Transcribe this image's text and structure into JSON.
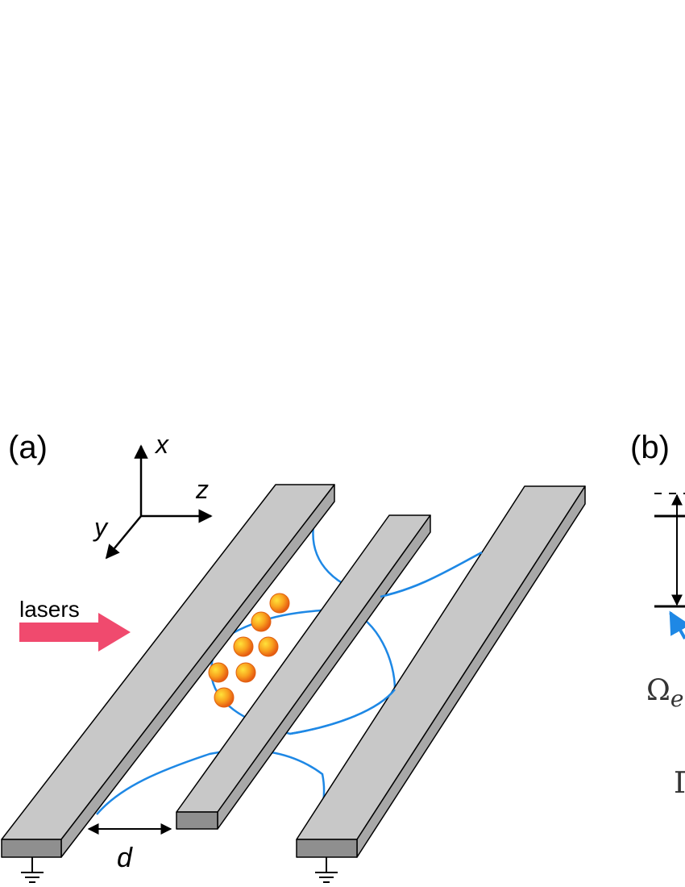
{
  "panels": {
    "a": {
      "label": "(a)"
    },
    "b": {
      "label": "(b)"
    }
  },
  "axes": {
    "x": "x",
    "y": "y",
    "z": "z"
  },
  "laser_label": "lasers",
  "spacing_label": "d",
  "panel_b_text": {
    "omega": "Ω",
    "omega_sub": "e",
    "gamma": "Γ"
  },
  "colors": {
    "rail_top": "#c8c8c8",
    "rail_side": "#a8a8a8",
    "rail_end": "#8f8f8f",
    "outline": "#000000",
    "field_line": "#1e88e5",
    "laser_arrow": "#f04a6e",
    "ion_outer": "#f27a1a",
    "ion_inner": "#ffd21a",
    "level_arrow": "#1e88e5"
  },
  "icons": [
    "ground-icon",
    "axis-arrow-icon",
    "ion-sphere-icon"
  ]
}
